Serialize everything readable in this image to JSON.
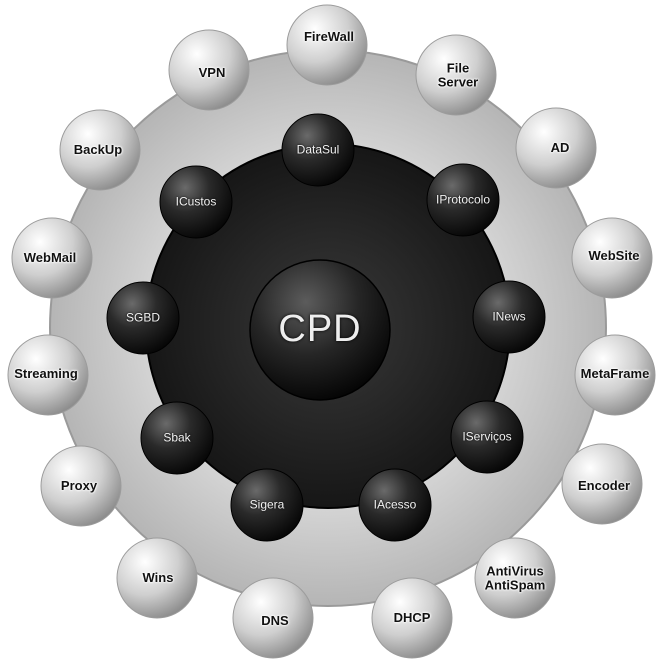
{
  "diagram": {
    "center": {
      "label": "CPD"
    },
    "inner_ring": [
      {
        "id": "datasul",
        "label": "DataSul"
      },
      {
        "id": "iprotocolo",
        "label": "IProtocolo"
      },
      {
        "id": "inews",
        "label": "INews"
      },
      {
        "id": "iservicos",
        "label": "IServiços"
      },
      {
        "id": "iacesso",
        "label": "IAcesso"
      },
      {
        "id": "sigera",
        "label": "Sigera"
      },
      {
        "id": "sbak",
        "label": "Sbak"
      },
      {
        "id": "sgbd",
        "label": "SGBD"
      },
      {
        "id": "icustos",
        "label": "ICustos"
      }
    ],
    "outer_ring": [
      {
        "id": "firewall",
        "label": "FireWall"
      },
      {
        "id": "file-server",
        "label": "File\nServer"
      },
      {
        "id": "ad",
        "label": "AD"
      },
      {
        "id": "website",
        "label": "WebSite"
      },
      {
        "id": "metaframe",
        "label": "MetaFrame"
      },
      {
        "id": "encoder",
        "label": "Encoder"
      },
      {
        "id": "antivirus-antispam",
        "label": "AntiVirus\nAntiSpam"
      },
      {
        "id": "dhcp",
        "label": "DHCP"
      },
      {
        "id": "dns",
        "label": "DNS"
      },
      {
        "id": "wins",
        "label": "Wins"
      },
      {
        "id": "proxy",
        "label": "Proxy"
      },
      {
        "id": "streaming",
        "label": "Streaming"
      },
      {
        "id": "webmail",
        "label": "WebMail"
      },
      {
        "id": "backup",
        "label": "BackUp"
      },
      {
        "id": "vpn",
        "label": "VPN"
      }
    ]
  }
}
